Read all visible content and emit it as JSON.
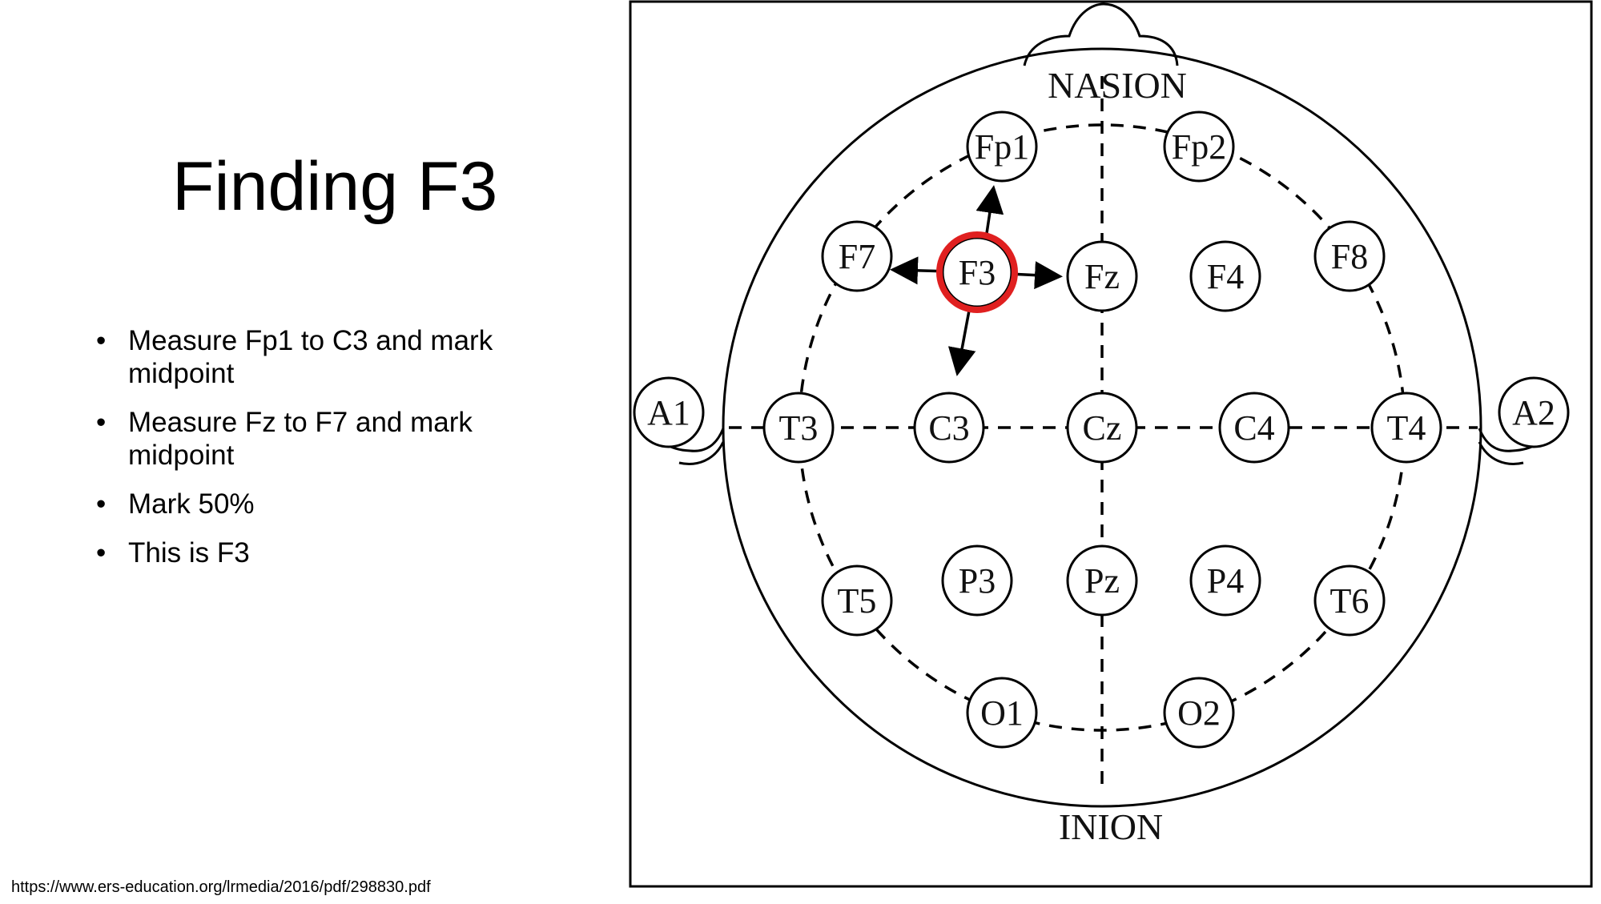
{
  "slide": {
    "title": "Finding F3",
    "bullets": [
      "Measure Fp1 to C3 and mark midpoint",
      "Measure Fz to F7 and mark midpoint",
      "Mark 50%",
      "This is F3"
    ],
    "source": "https://www.ers-education.org/lrmedia/2016/pdf/298830.pdf"
  },
  "diagram": {
    "landmarks": {
      "top": "NASION",
      "bottom": "INION"
    },
    "electrodes": [
      "Fp1",
      "Fp2",
      "F7",
      "F3",
      "Fz",
      "F4",
      "F8",
      "A1",
      "T3",
      "C3",
      "Cz",
      "C4",
      "T4",
      "A2",
      "T5",
      "P3",
      "Pz",
      "P4",
      "T6",
      "O1",
      "O2"
    ],
    "highlighted_electrode": "F3",
    "highlight_color": "#e02020"
  }
}
